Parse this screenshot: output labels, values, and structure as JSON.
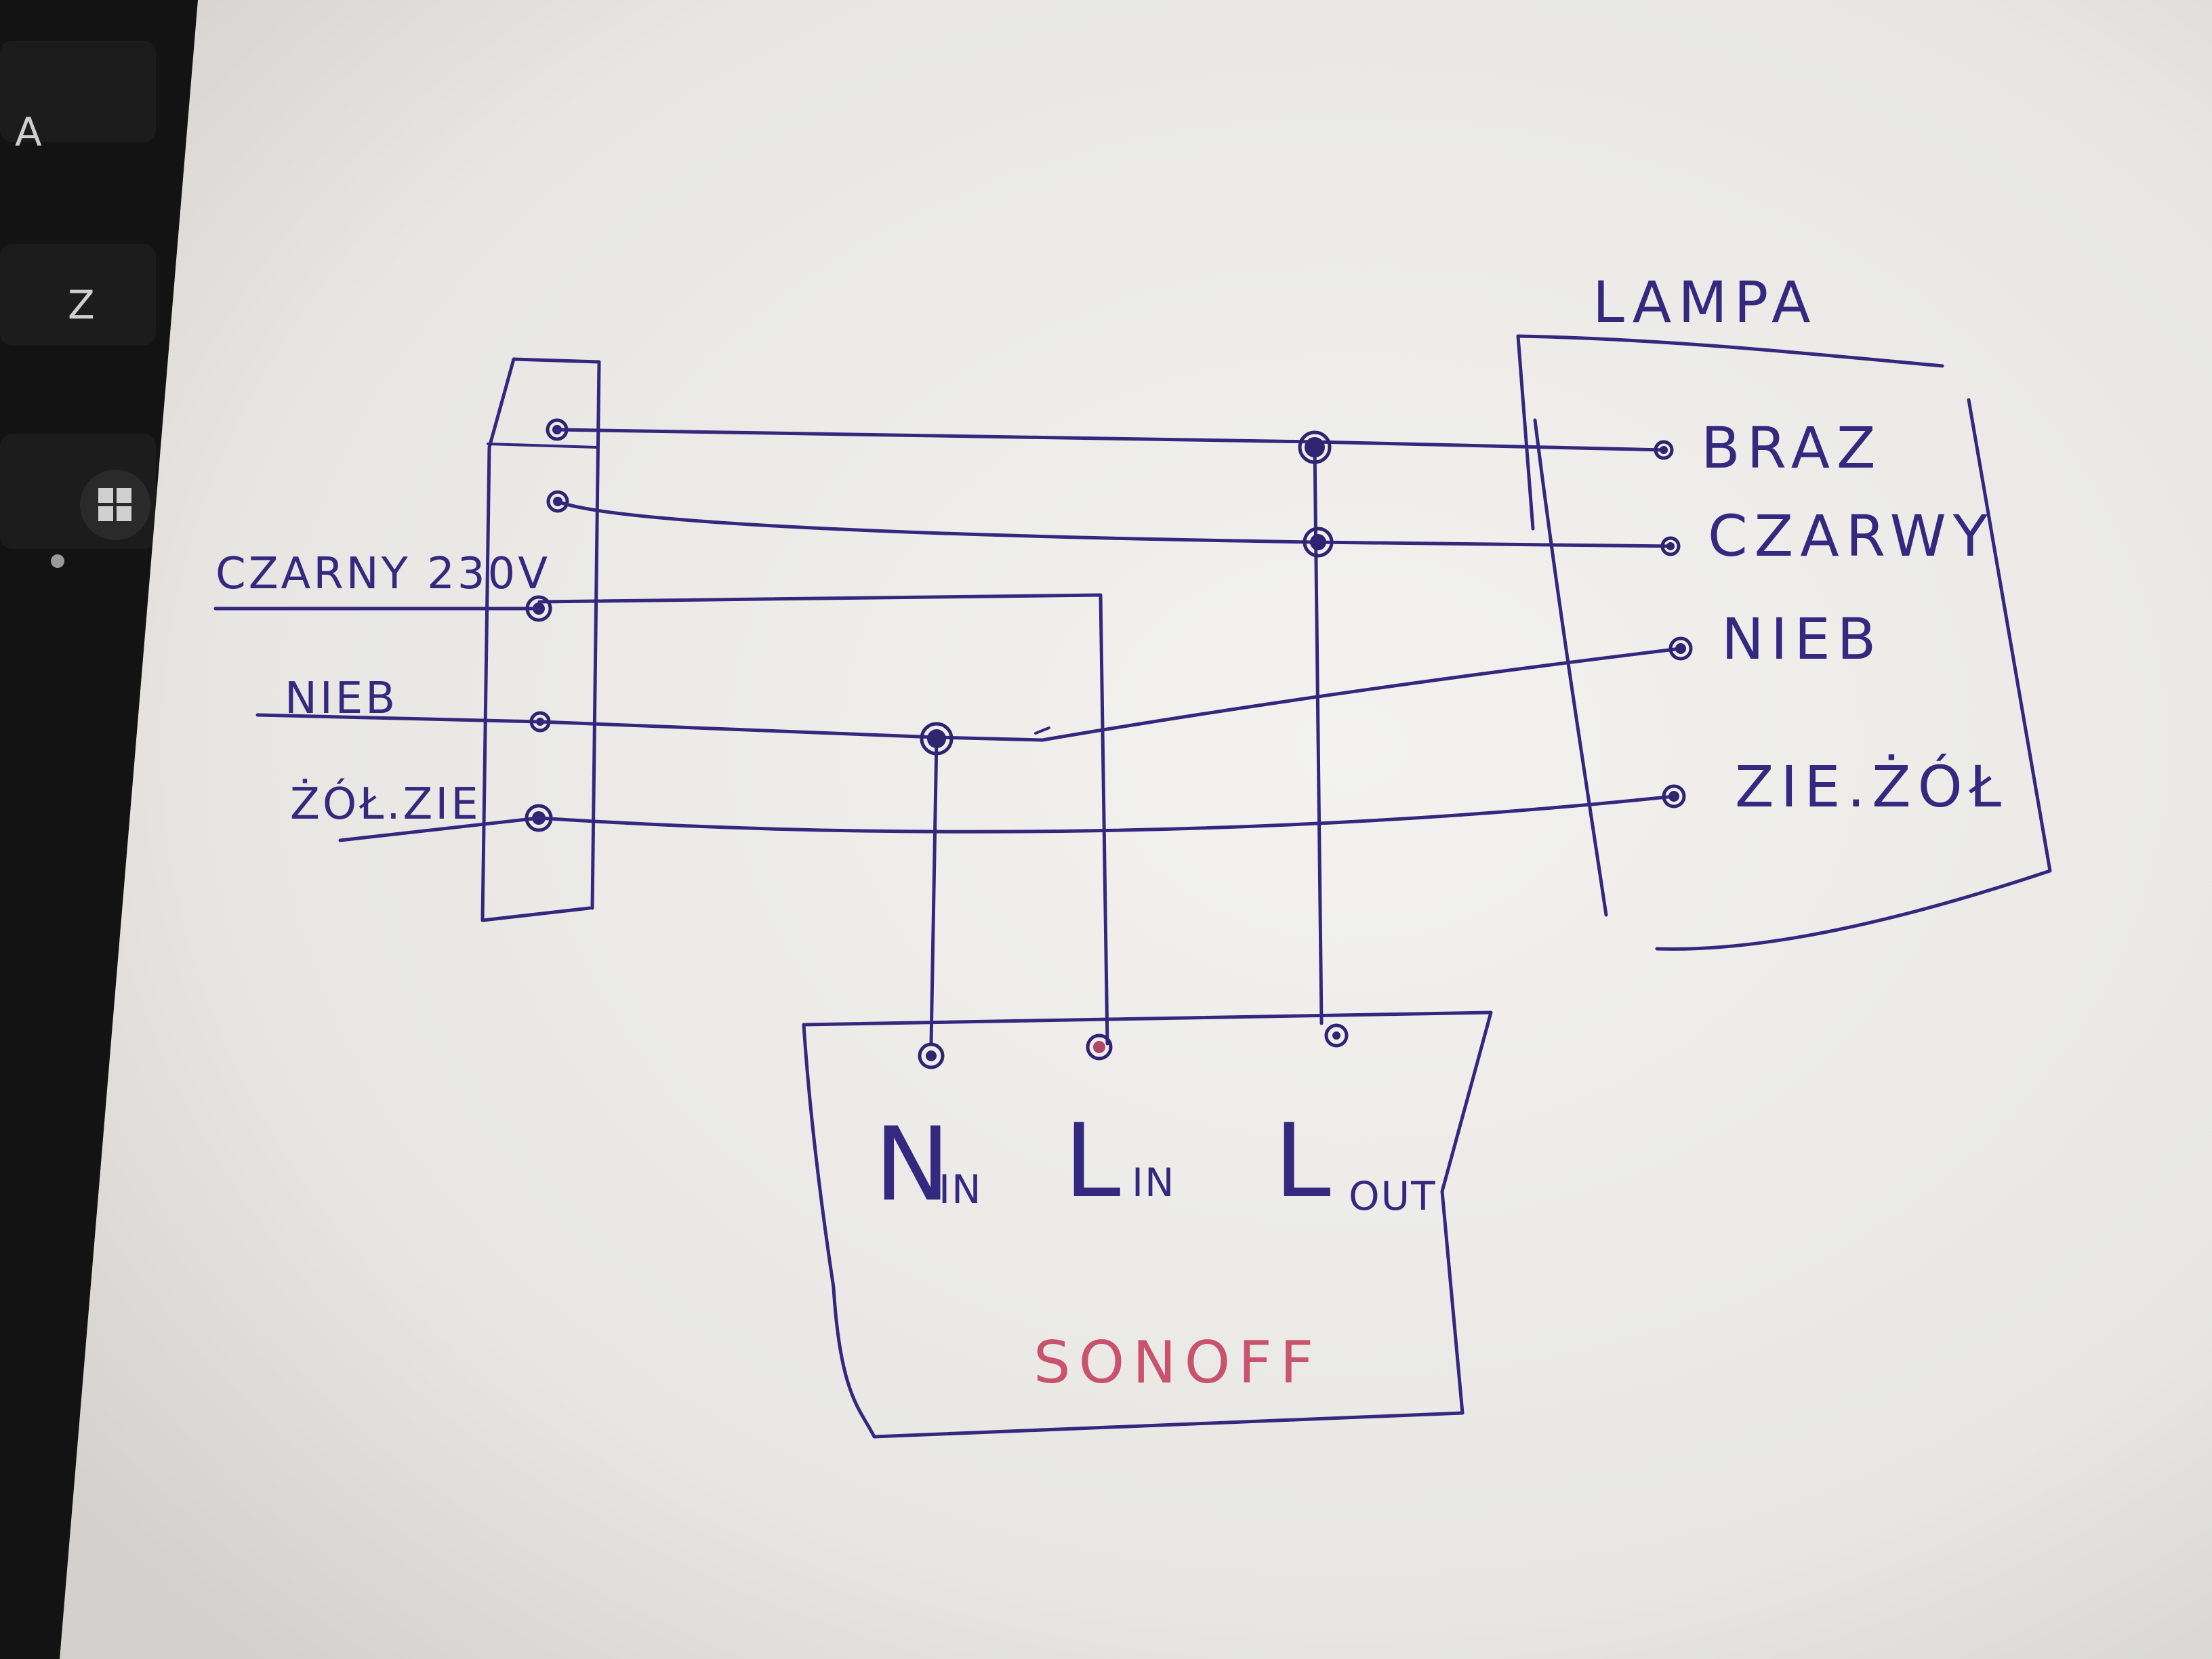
{
  "keyboard": {
    "keys": [
      "A",
      "Z"
    ]
  },
  "terminal_block": {
    "labels": {
      "black_230v": "CZARNY 230V",
      "unknown": "NIEB",
      "ground": "ŻÓŁ.ZIE"
    }
  },
  "lamp": {
    "title": "LAMPA",
    "terminals": [
      "BRAZ",
      "CZARWY",
      "NIEB",
      "ZIE.ŻÓŁ"
    ]
  },
  "sonoff": {
    "title": "SONOFF",
    "terminals": [
      {
        "main": "N",
        "sub": "IN"
      },
      {
        "main": "L",
        "sub": "IN"
      },
      {
        "main": "L",
        "sub": "OUT"
      }
    ]
  },
  "colors": {
    "ink": "#33287e",
    "paper": "#ecebe8",
    "background": "#141414",
    "sonoff_label": "#c9526c"
  }
}
